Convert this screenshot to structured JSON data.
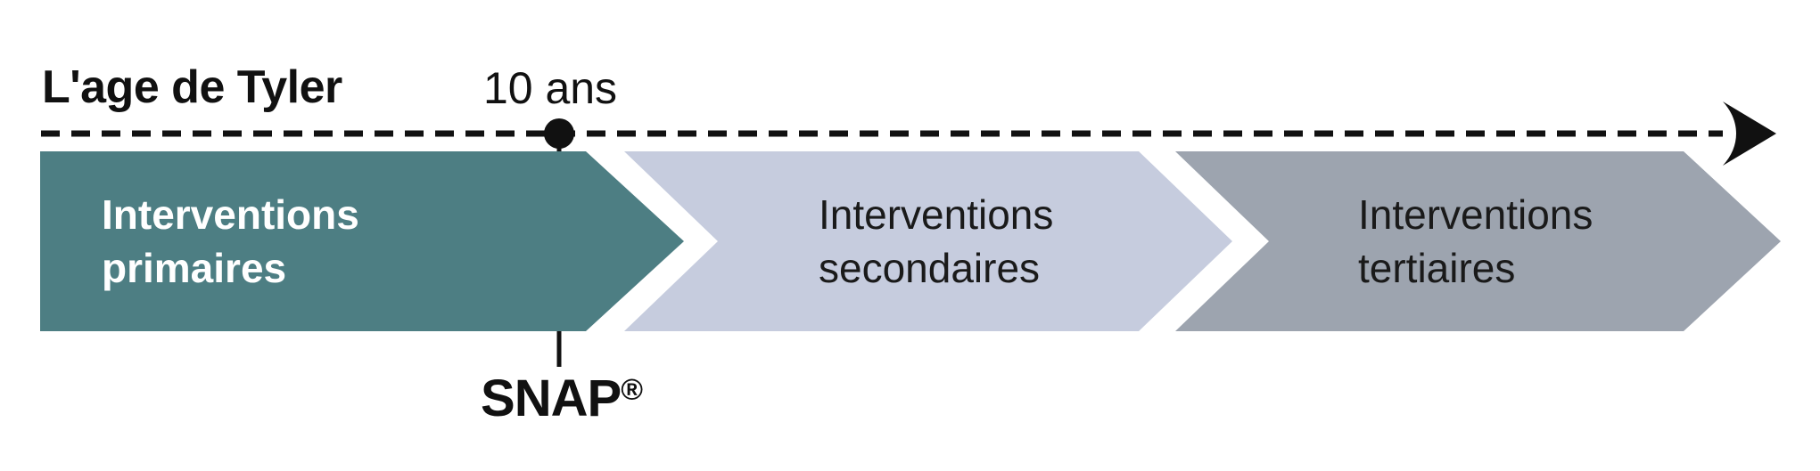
{
  "timeline": {
    "axis_label": "L'age de Tyler",
    "age_marker": "10 ans",
    "event_label": "SNAP",
    "event_reg_mark": "®"
  },
  "colors": {
    "timeline_line": "#111111",
    "marker_dot": "#111111",
    "primary_chevron": "#4D7E83",
    "secondary_chevron": "#C6CCDE",
    "tertiary_chevron": "#9DA4AF",
    "primary_text": "#FFFFFF",
    "secondary_text": "#1A1A1A",
    "tertiary_text": "#1A1A1A"
  },
  "chevrons": [
    {
      "label_line1": "Interventions",
      "label_line2": "primaires"
    },
    {
      "label_line1": "Interventions",
      "label_line2": "secondaires"
    },
    {
      "label_line1": "Interventions",
      "label_line2": "tertiaires"
    }
  ]
}
